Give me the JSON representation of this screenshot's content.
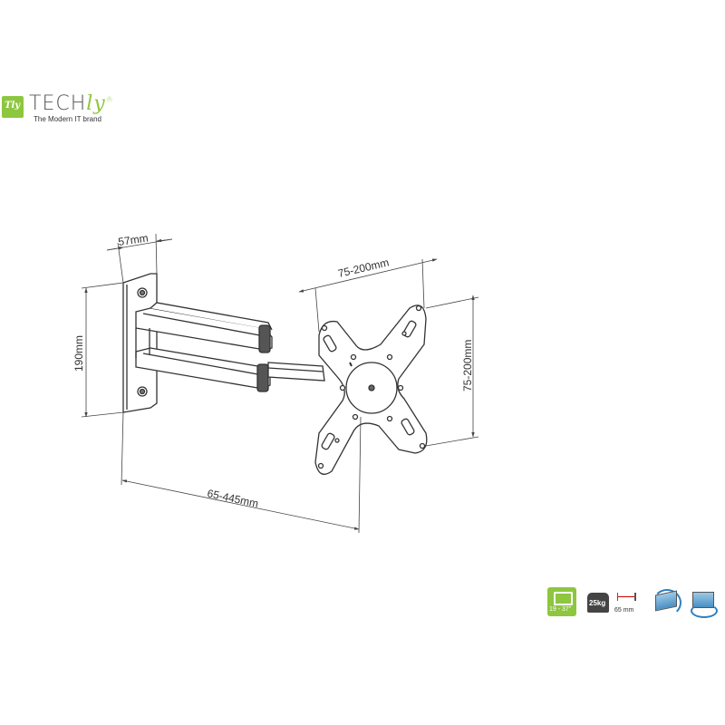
{
  "brand": {
    "name_main": "TECH",
    "name_accent": "ly",
    "mark": "Tly",
    "registered": "®",
    "tagline": "The Modern IT brand",
    "color": "#8dc63f"
  },
  "dimensions": {
    "wall_plate_width": "57mm",
    "wall_plate_height": "190mm",
    "extension": "65-445mm",
    "vesa_horizontal": "75-200mm",
    "vesa_vertical": "75-200mm"
  },
  "spec_icons": {
    "screen_size": "19 - 37\"",
    "max_load": "25kg",
    "wall_distance": "65 mm",
    "tilt": "tilt-icon",
    "swivel": "swivel-icon"
  }
}
